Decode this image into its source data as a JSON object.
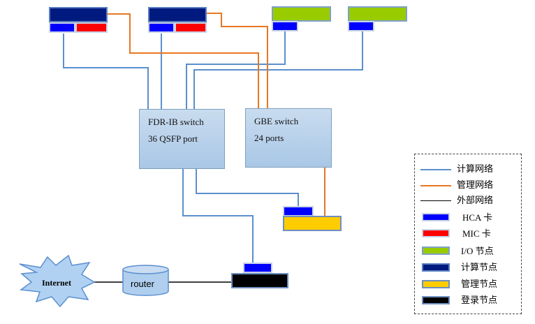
{
  "switches": {
    "fdr": {
      "line1": "FDR-IB switch",
      "line2": "36 QSFP port"
    },
    "gbe": {
      "line1": "GBE switch",
      "line2": "24 ports"
    }
  },
  "internet": {
    "label": "Internet"
  },
  "router": {
    "label": "router"
  },
  "legend": {
    "items": [
      {
        "kind": "line",
        "color": "#5b8fcf",
        "label": "计算网络"
      },
      {
        "kind": "line",
        "color": "#e87722",
        "label": "管理网络"
      },
      {
        "kind": "line",
        "color": "#000000",
        "label": "外部网络"
      },
      {
        "kind": "swatch",
        "color": "#0000ff",
        "label": "HCA 卡"
      },
      {
        "kind": "swatch",
        "color": "#ff0000",
        "label": "MIC 卡"
      },
      {
        "kind": "swatch",
        "color": "#99cc00",
        "label": "I/O 节点"
      },
      {
        "kind": "swatch",
        "color": "#001a80",
        "label": "计算节点"
      },
      {
        "kind": "swatch",
        "color": "#ffcc00",
        "label": "管理节点"
      },
      {
        "kind": "swatch",
        "color": "#000000",
        "label": "登录节点"
      }
    ]
  },
  "colors": {
    "compute_network": "#5b8fcf",
    "management_network": "#e87722",
    "external_network": "#000000"
  }
}
